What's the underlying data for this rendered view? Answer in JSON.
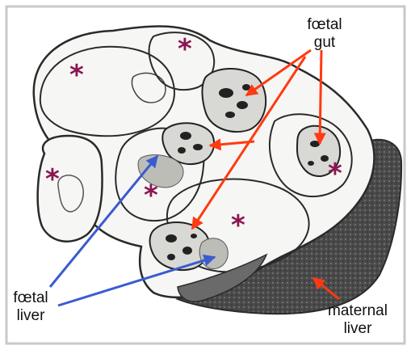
{
  "labels": {
    "foetal_gut": [
      "fœtal",
      "gut"
    ],
    "foetal_liver": [
      "fœtal",
      "liver"
    ],
    "maternal_liver": [
      "maternal",
      "liver"
    ]
  },
  "asterisk": "*",
  "colors": {
    "background": "#ffffff",
    "frame": "#c9c9c9",
    "tissue": "#f6f6f4",
    "outline": "#2a2a2a",
    "maternal_tissue": "#4a4a4a",
    "gut_arrow": "#ff3a12",
    "liver_arrow": "#3b5bd0",
    "asterisk": "#8b1650"
  }
}
